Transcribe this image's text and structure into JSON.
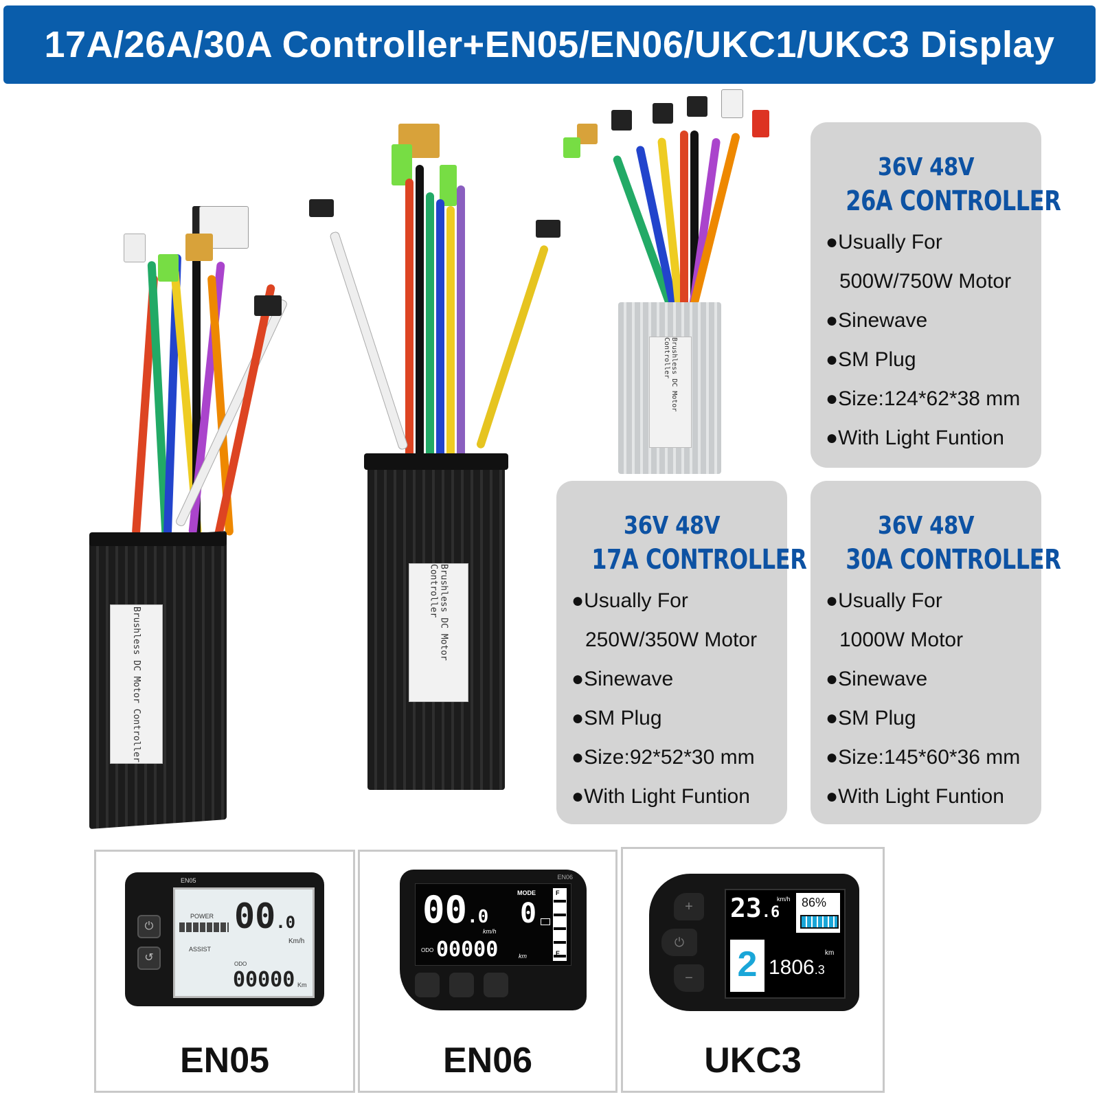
{
  "banner": {
    "title": "17A/26A/30A Controller+EN05/EN06/UKC1/UKC3 Display"
  },
  "colors": {
    "banner_bg": "#0a5dab",
    "card_bg": "#d4d4d4",
    "card_heading": "#0d52a3"
  },
  "photos": {
    "label_text": "Brushless DC Motor Controller"
  },
  "cards": [
    {
      "voltage": "36V 48V",
      "title": "26A CONTROLLER",
      "items": [
        "●Usually For",
        "500W/750W Motor",
        "●Sinewave",
        "●SM Plug",
        "●Size:124*62*38 mm",
        "●With Light Funtion"
      ]
    },
    {
      "voltage": "36V 48V",
      "title": "17A CONTROLLER",
      "items": [
        "●Usually For",
        "250W/350W Motor",
        "●Sinewave",
        "●SM Plug",
        "●Size:92*52*30 mm",
        "●With Light Funtion"
      ]
    },
    {
      "voltage": "36V 48V",
      "title": "30A CONTROLLER",
      "items": [
        "●Usually For",
        "1000W Motor",
        "●Sinewave",
        "●SM Plug",
        "●Size:145*60*36 mm",
        "●With Light Funtion"
      ]
    }
  ],
  "displays": [
    {
      "name": "EN05",
      "screen": {
        "model": "EN05",
        "speed": "00",
        "speed_dec": ".0",
        "unit": "Km/h",
        "power": "POWER",
        "assist": "ASSIST",
        "odo_label": "ODO",
        "odo": "00000",
        "odo_unit": "Km"
      }
    },
    {
      "name": "EN06",
      "screen": {
        "model": "EN06",
        "speed": "00",
        "speed_dec": ".0",
        "unit": "km/h",
        "mode_label": "MODE",
        "mode": "0",
        "odo_label": "ODO",
        "odo": "00000",
        "odo_unit": "km",
        "fuel_top": "F",
        "fuel_bottom": "E"
      }
    },
    {
      "name": "UKC3",
      "screen": {
        "speed": "23",
        "speed_dec": ".6",
        "speed_unit": "km/h",
        "battery": "86%",
        "level": "2",
        "odo": "1806",
        "odo_dec": ".3",
        "odo_unit": "km"
      }
    }
  ]
}
